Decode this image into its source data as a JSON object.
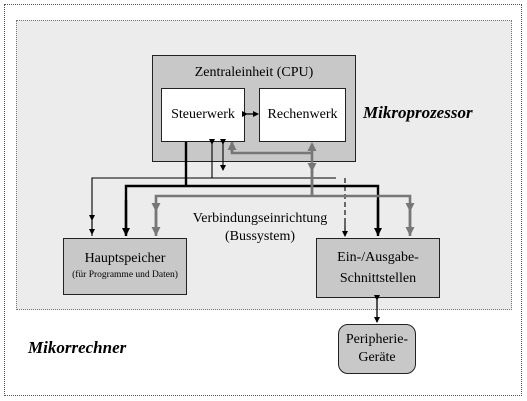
{
  "diagram": {
    "cpu_title": "Zentraleinheit (CPU)",
    "steuerwerk": "Steuerwerk",
    "rechenwerk": "Rechenwerk",
    "mikroprozessor": "Mikroprozessor",
    "bus_line1": "Verbindungseinrichtung",
    "bus_line2": "(Bussystem)",
    "hauptspeicher": "Hauptspeicher",
    "hauptspeicher_sub": "(für Programme und Daten)",
    "io_line1": "Ein-/Ausgabe-",
    "io_line2": "Schnittstellen",
    "peripherie_line1": "Peripherie-",
    "peripherie_line2": "Geräte",
    "mikrorechner": "Mikorrechner"
  },
  "colors": {
    "panel": "#ececec",
    "box": "#c8c8c8",
    "line_black": "#000000",
    "line_gray": "#777777"
  }
}
